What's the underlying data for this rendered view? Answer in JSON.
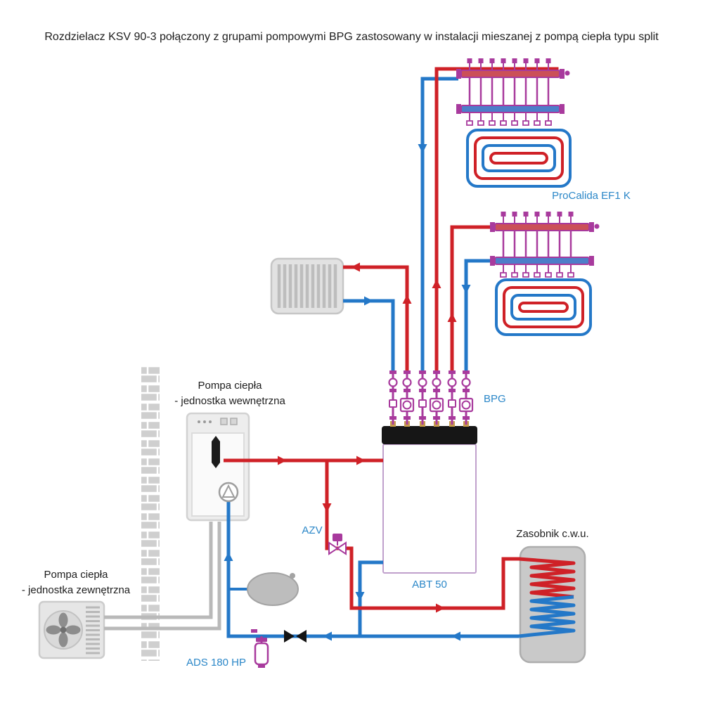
{
  "title": "Rozdzielacz KSV 90-3 połączony z grupami pompowymi BPG zastosowany w instalacji mieszanej z pompą ciepła typu split",
  "labels": {
    "procalida": "ProCalida EF1 K",
    "bpg": "BPG",
    "abt": "ABT 50",
    "azv": "AZV",
    "ads": "ADS 180 HP",
    "dhw_tank": "Zasobnik c.w.u.",
    "hp_indoor": [
      "Pompa ciepła",
      "- jednostka wewnętrzna"
    ],
    "hp_outdoor": [
      "Pompa ciepła",
      "- jednostka zewnętrzna"
    ]
  },
  "colors": {
    "supply_red": "#cf2127",
    "return_blue": "#2478c8",
    "component_magenta": "#a83a9d",
    "label_blue": "#2b87c8"
  }
}
